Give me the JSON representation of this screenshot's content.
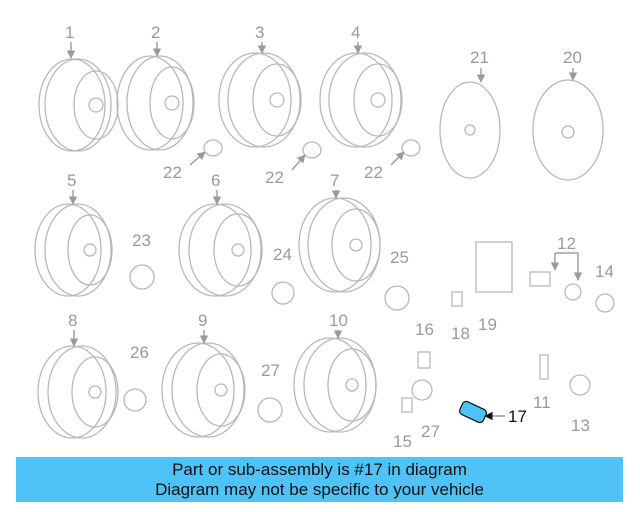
{
  "diagram": {
    "callouts": [
      "1",
      "2",
      "3",
      "4",
      "5",
      "6",
      "7",
      "8",
      "9",
      "10",
      "11",
      "12",
      "13",
      "14",
      "15",
      "16",
      "17",
      "18",
      "19",
      "20",
      "21",
      "22",
      "22",
      "22",
      "23",
      "24",
      "25",
      "26",
      "27",
      "27"
    ],
    "highlighted_part": "17",
    "highlight_color": "#4fc3f7"
  },
  "banner": {
    "line1": "Part or sub-assembly is #17 in diagram",
    "line2": "Diagram may not be specific to your vehicle"
  }
}
